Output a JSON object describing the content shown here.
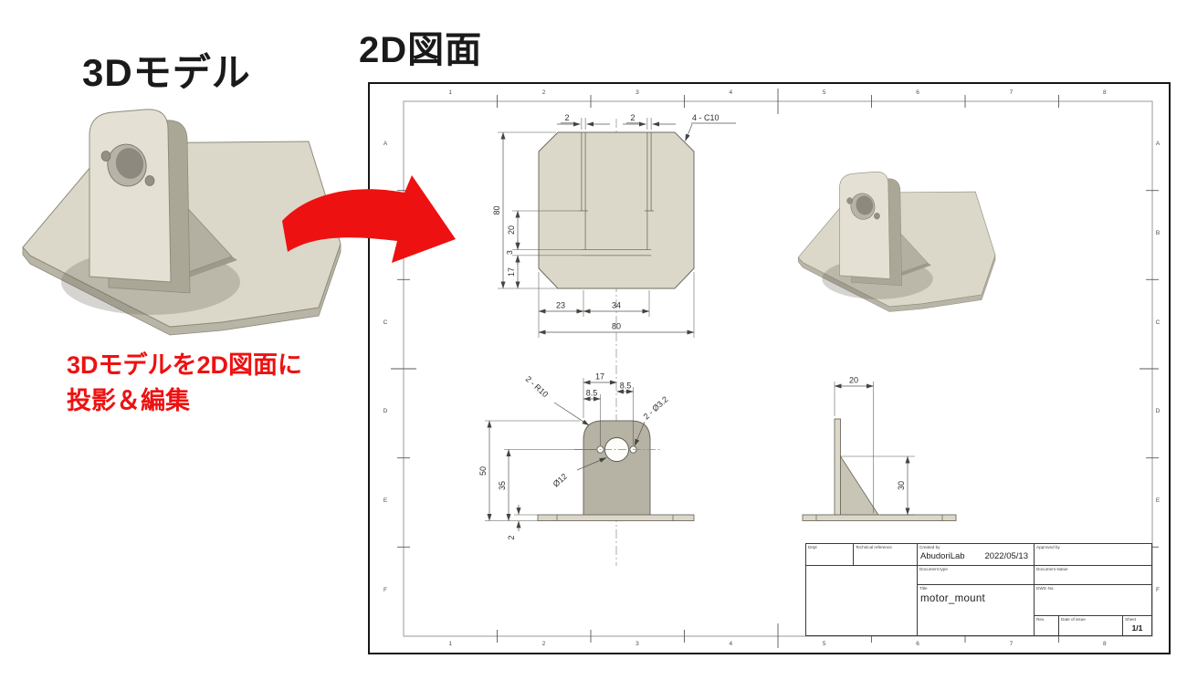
{
  "left_panel": {
    "title": "3Dモデル",
    "caption_line1": "3Dモデルを2D図面に",
    "caption_line2": "投影＆編集"
  },
  "drawing": {
    "title": "2D図面",
    "border": {
      "columns": [
        "1",
        "2",
        "3",
        "4",
        "5",
        "6",
        "7",
        "8"
      ],
      "rows": [
        "A",
        "B",
        "C",
        "D",
        "E",
        "F"
      ]
    },
    "top_view": {
      "slot_width_left": "2",
      "slot_width_right": "2",
      "chamfer_note": "4 - C10",
      "overall_height": "80",
      "slot_depth": "20",
      "wall_thickness": "3",
      "bend_margin": "17",
      "edge_to_slot": "23",
      "slot_spacing": "34",
      "overall_width": "80"
    },
    "front_view": {
      "edge_to_center": "17",
      "hole_offset_left": "8.5",
      "hole_offset_right": "8.5",
      "corner_radius_note": "2 - R10",
      "small_hole_note": "2 - Ø3.2",
      "center_hole": "Ø12",
      "overall_height": "50",
      "hole_height": "35",
      "base_thickness": "2"
    },
    "side_view": {
      "upright_offset": "20",
      "gusset_height": "30"
    },
    "title_block": {
      "dept_label": "Dept",
      "technical_reference_label": "Technical reference",
      "created_by_label": "Created by",
      "created_by_value": "AbudoriLab",
      "created_date_value": "2022/05/13",
      "approved_by_label": "Approved by",
      "document_type_label": "Document type",
      "document_status_label": "Document status",
      "title_label": "Title",
      "title_value": "motor_mount",
      "dwg_no_label": "DWG No.",
      "rev_label": "Rev.",
      "date_of_issue_label": "Date of issue",
      "sheet_label": "Sheet",
      "sheet_value": "1/1"
    }
  },
  "colors": {
    "accent_red": "#ee1111",
    "part_light": "#dcd8c9",
    "part_medium": "#c9c5b6",
    "part_dark": "#b6b2a4",
    "drawing_line": "#55554f"
  }
}
